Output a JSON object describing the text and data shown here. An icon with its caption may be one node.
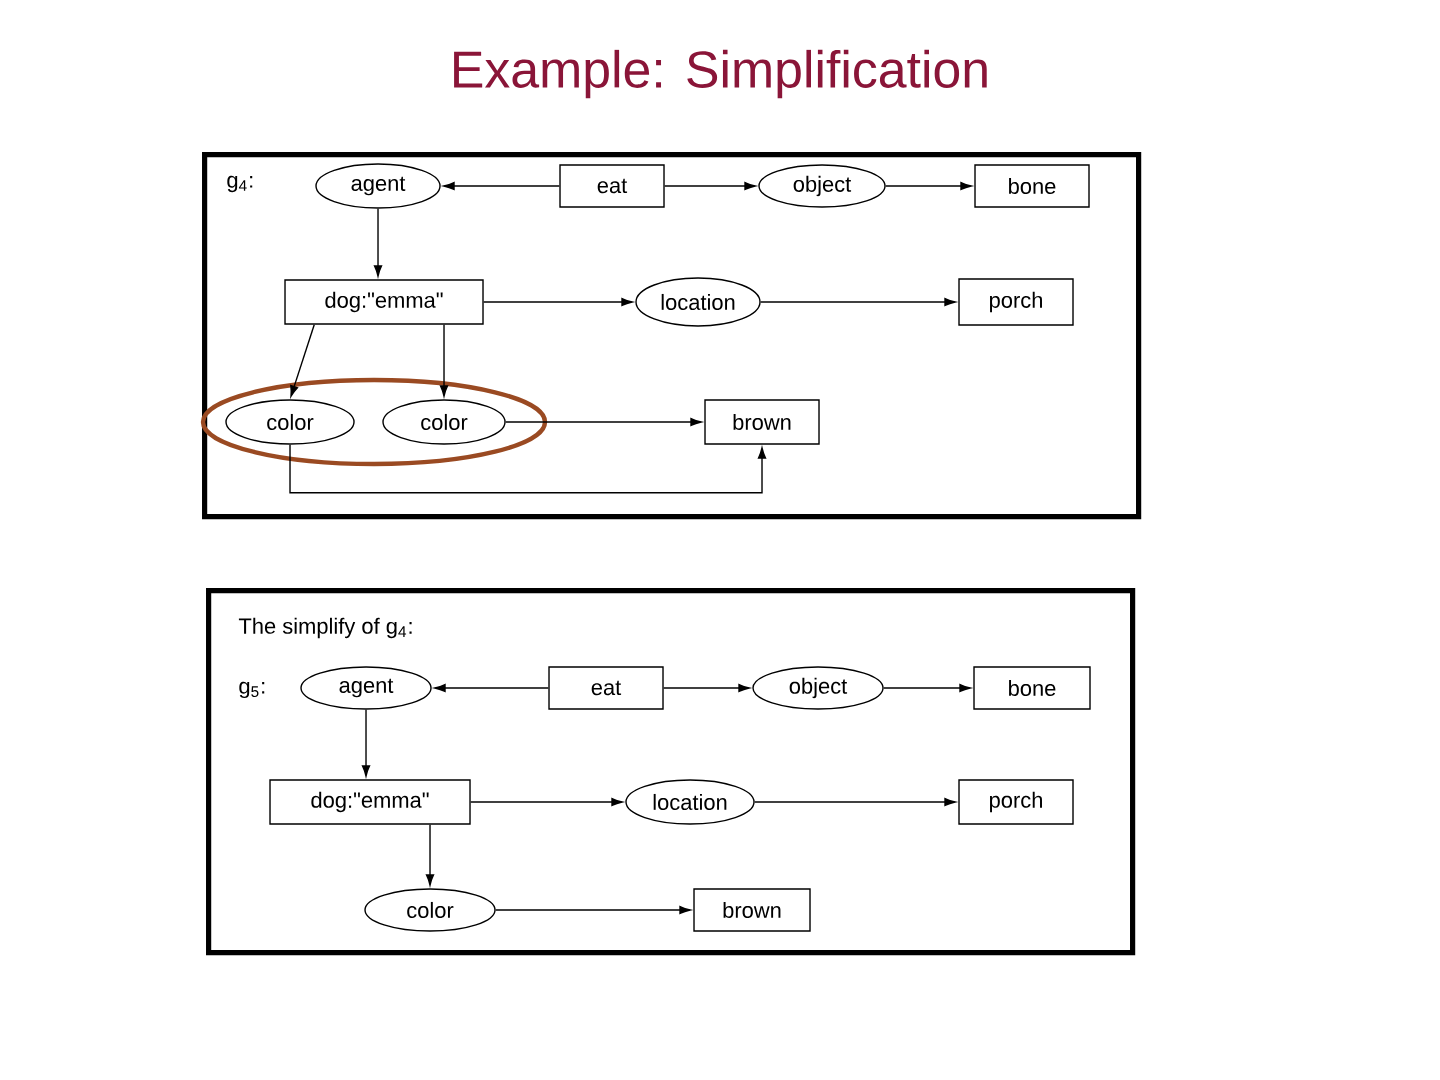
{
  "diagram": {
    "title": "Example: Simplification",
    "nodes": [
      {
        "text": [
          "g$_{4}$:"
        ]
      },
      {
        "text": [
          "agent"
        ],
        "in": 0
      },
      {
        "text": [
          "eat"
        ],
        "in": 0
      },
      {
        "text": [
          "object"
        ],
        "in": 0
      },
      {
        "text": [
          "bone"
        ],
        "in": 0
      },
      {
        "text": [
          "dog:\"emma\""
        ],
        "in": 0
      },
      {
        "text": [
          "location"
        ],
        "in": 0
      },
      {
        "text": [
          "porch"
        ],
        "in": 0
      },
      {
        "text": [],
        "shape": "ellipse",
        "in": 0
      },
      {
        "text": [
          "color"
        ],
        "in": 8
      },
      {
        "text": [
          "color"
        ],
        "in": 8
      },
      {
        "text": [
          "brown"
        ],
        "in": 0
      },
      {
        "text": [
          "The simplify of g$_{4}$:",
          "g$_{5}$:"
        ]
      },
      {
        "text": [
          "agent"
        ],
        "in": 12
      },
      {
        "text": [
          "eat"
        ],
        "in": 12
      },
      {
        "text": [
          "object"
        ],
        "in": 12
      },
      {
        "text": [
          "bone"
        ],
        "in": 12
      },
      {
        "text": [
          "dog:\"emma\""
        ],
        "in": 12
      },
      {
        "text": [
          "location"
        ],
        "in": 12
      },
      {
        "text": [
          "porch"
        ],
        "in": 12
      },
      {
        "text": [
          "color"
        ],
        "in": 12
      },
      {
        "text": [
          "brown"
        ],
        "in": 12
      }
    ],
    "edges": [
      {
        "from": 2,
        "to": 1,
        "arrow": "to"
      },
      {
        "from": 2,
        "to": 3,
        "arrow": "to"
      },
      {
        "from": 3,
        "to": 4,
        "arrow": "to"
      },
      {
        "from": 1,
        "to": 5,
        "arrow": "to"
      },
      {
        "from": 5,
        "to": 6,
        "arrow": "to"
      },
      {
        "from": 6,
        "to": 7,
        "arrow": "to"
      },
      {
        "from": 5,
        "to": 9,
        "arrow": "to"
      },
      {
        "from": 5,
        "to": 10,
        "arrow": "to"
      },
      {
        "from": 10,
        "to": 11,
        "arrow": "to"
      },
      {
        "from": 9,
        "to": 11,
        "arrow": "to"
      },
      {
        "from": 14,
        "to": 13,
        "arrow": "to"
      },
      {
        "from": 14,
        "to": 15,
        "arrow": "to"
      },
      {
        "from": 15,
        "to": 16,
        "arrow": "to"
      },
      {
        "from": 13,
        "to": 17,
        "arrow": "to"
      },
      {
        "from": 17,
        "to": 18,
        "arrow": "to"
      },
      {
        "from": 18,
        "to": 19,
        "arrow": "to"
      },
      {
        "from": 17,
        "to": 20,
        "arrow": "to"
      },
      {
        "from": 20,
        "to": 21,
        "arrow": "to"
      }
    ]
  }
}
